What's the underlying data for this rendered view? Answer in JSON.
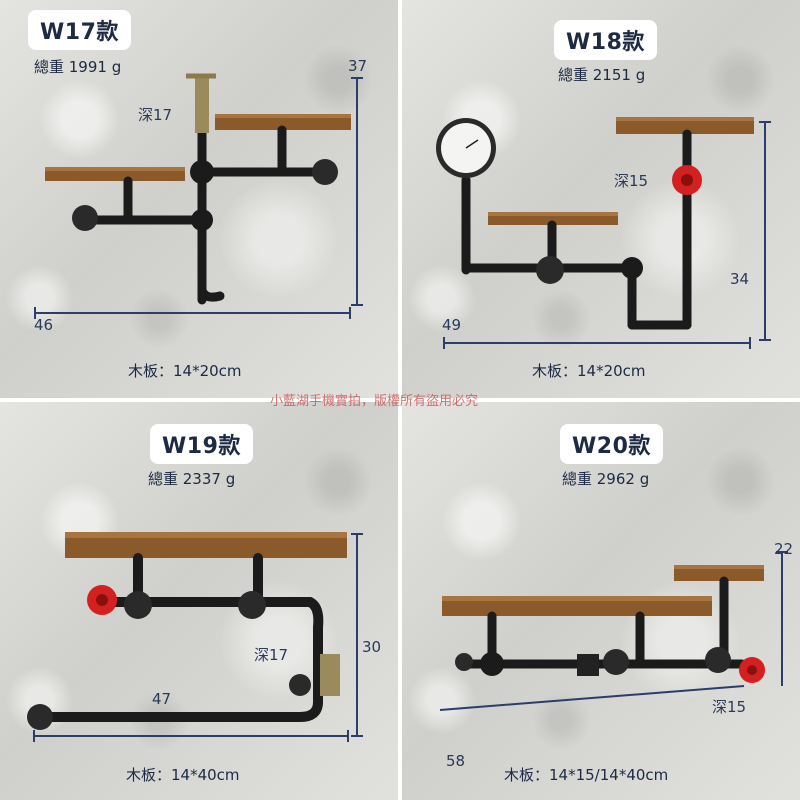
{
  "panels": [
    {
      "model": "W17款",
      "weight": "總重 1991 g",
      "depth": "深17",
      "height": "37",
      "width": "46",
      "board": "木板：14*20cm"
    },
    {
      "model": "W18款",
      "weight": "總重 2151 g",
      "depth": "深15",
      "height": "34",
      "width": "49",
      "board": "木板：14*20cm"
    },
    {
      "model": "W19款",
      "weight": "總重 2337 g",
      "depth": "深17",
      "height": "30",
      "width": "47",
      "board": "木板：14*40cm"
    },
    {
      "model": "W20款",
      "weight": "總重 2962 g",
      "depth": "深15",
      "height": "22",
      "width": "58",
      "board": "木板：14*15/14*40cm"
    }
  ],
  "watermark": "小藍湖手機實拍，版權所有盜用必究",
  "colors": {
    "pipe": "#1b1b1b",
    "wood": "#8a5a2b",
    "dimension_line": "#2b3d6b",
    "valve": "#d42020",
    "badge_text": "#1c2a44"
  }
}
